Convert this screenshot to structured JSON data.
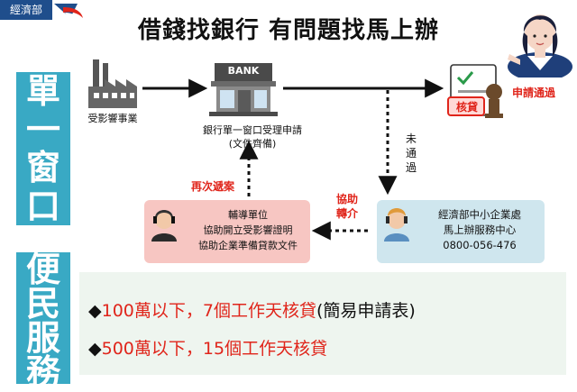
{
  "header": {
    "ministry_tag": "經濟部",
    "title": "借錢找銀行  有問題找馬上辦"
  },
  "sidebar": {
    "single_window": [
      "單",
      "一",
      "窗",
      "口"
    ],
    "convenient_service": [
      "便",
      "民",
      "服",
      "務"
    ]
  },
  "diagram": {
    "affected_business": "受影響事業",
    "bank_sign": "BANK",
    "bank_label_line1": "銀行單一窗口受理申請",
    "bank_label_line2": "(文件齊備)",
    "approved": "申請通過",
    "approval_stamp": "核貸",
    "not_passed": [
      "未",
      "通",
      "過"
    ],
    "reapply": "再次遞案",
    "assist_transfer": [
      "協助",
      "轉介"
    ],
    "guidance_box": [
      "輔導單位",
      "協助開立受影響證明",
      "協助企業準備貸款文件"
    ],
    "sme_box": [
      "經濟部中小企業處",
      "馬上辦服務中心",
      "0800-056-476"
    ]
  },
  "services": [
    {
      "bullet": "◆",
      "highlight": "100萬以下，7個工作天核貸",
      "rest": "(簡易申請表)"
    },
    {
      "bullet": "◆",
      "highlight": "500萬以下，15個工作天核貸",
      "rest": ""
    }
  ],
  "colors": {
    "sidebar": "#39a9c4",
    "accent_red": "#e0251b",
    "guidance_box": "#f7c6c2",
    "sme_box": "#cfe6ee",
    "service_panel": "#eef5ef"
  }
}
